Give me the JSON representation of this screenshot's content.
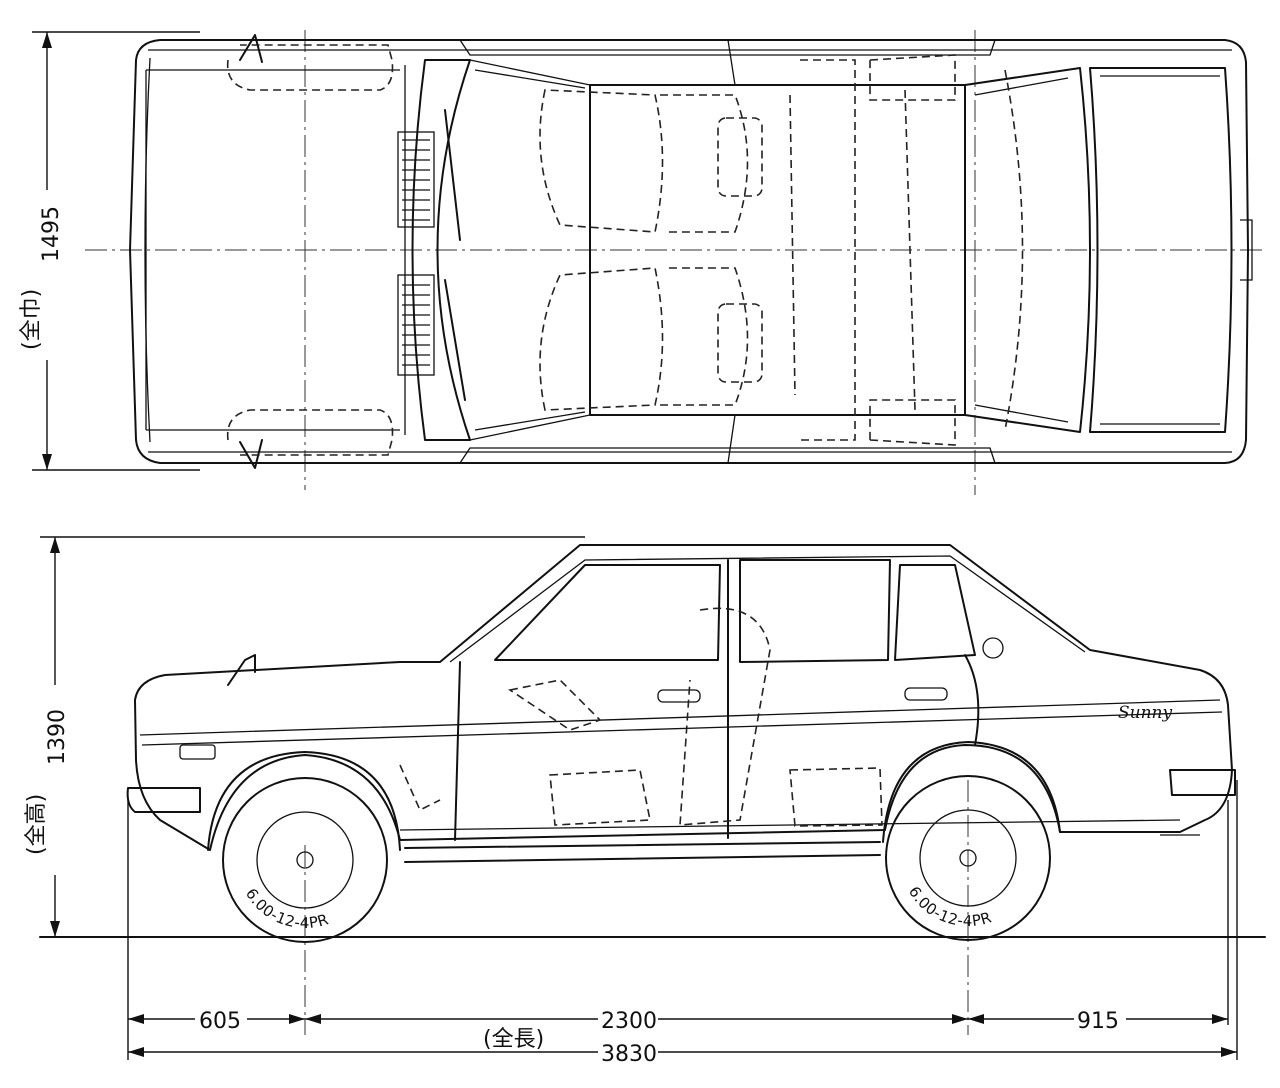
{
  "top_view": {
    "width_value": "1495",
    "width_label": "(全巾)"
  },
  "side_view": {
    "height_value": "1390",
    "height_label": "(全高)",
    "badge": "Sunny",
    "tyre_front": "6.00-12-4PR",
    "tyre_rear": "6.00-12-4PR"
  },
  "dimensions": {
    "front_overhang": "605",
    "wheelbase": "2300",
    "rear_overhang": "915",
    "overall_length_label": "(全長)",
    "overall_length": "3830"
  }
}
